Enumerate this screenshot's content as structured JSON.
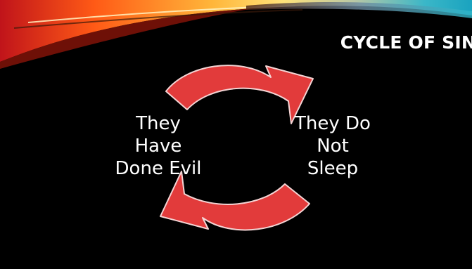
{
  "slide": {
    "title": "CYCLE OF SIN",
    "left_node": [
      "They",
      "Have",
      "Done Evil"
    ],
    "right_node": [
      "They Do",
      "Not",
      "Sleep"
    ]
  },
  "colors": {
    "background": "#000000",
    "arrow_fill": "#e23b3b",
    "arrow_stroke": "#f4d4d4",
    "text": "#ffffff",
    "swoosh": [
      "#ffd24a",
      "#ff7a1a",
      "#e23b2a",
      "#8fb0c8",
      "#2fb6c9"
    ]
  },
  "icons": {
    "top_arrow": "curved-arrow-clockwise-right-icon",
    "bottom_arrow": "curved-arrow-clockwise-left-icon"
  }
}
